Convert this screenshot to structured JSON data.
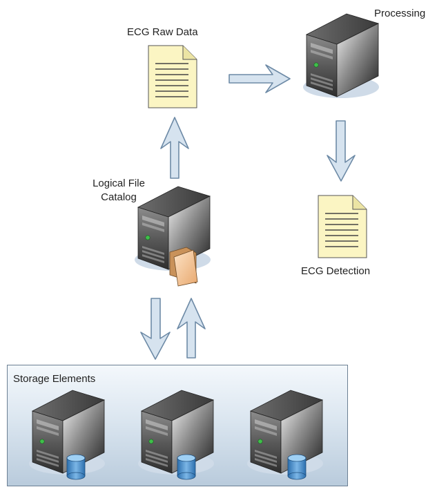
{
  "labels": {
    "ecg_raw_data": "ECG Raw Data",
    "processing": "Processing",
    "logical_file_catalog_line1": "Logical File",
    "logical_file_catalog_line2": "Catalog",
    "ecg_detection": "ECG Detection",
    "storage_elements": "Storage Elements"
  },
  "colors": {
    "document_fill": "#fbf5c3",
    "arrow_fill": "#d6e3ef",
    "arrow_stroke": "#6d8aa6",
    "server_dark": "#2f2f2f",
    "server_light": "#9a9a9a",
    "server_shadow": "#cfdbe8",
    "led_green": "#3fbf4a",
    "database_blue": "#3c86c8",
    "folder_fill": "#f3c9a0"
  }
}
